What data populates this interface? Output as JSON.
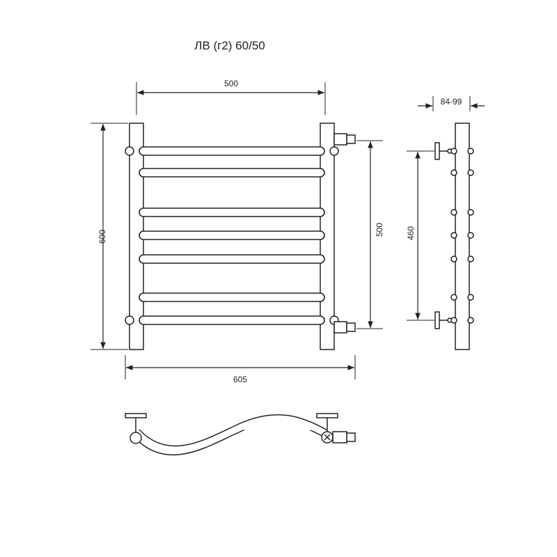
{
  "title": "ЛВ (г2) 60/50",
  "dimensions": {
    "top_width": "500",
    "overall_height": "600",
    "center_distance": "500",
    "overall_width": "605",
    "wall_offset": "84-99",
    "mount_spacing": "460"
  },
  "rung_count": 7,
  "icons": [
    "towel-rail-front-view",
    "towel-rail-side-view",
    "towel-rail-top-view"
  ]
}
